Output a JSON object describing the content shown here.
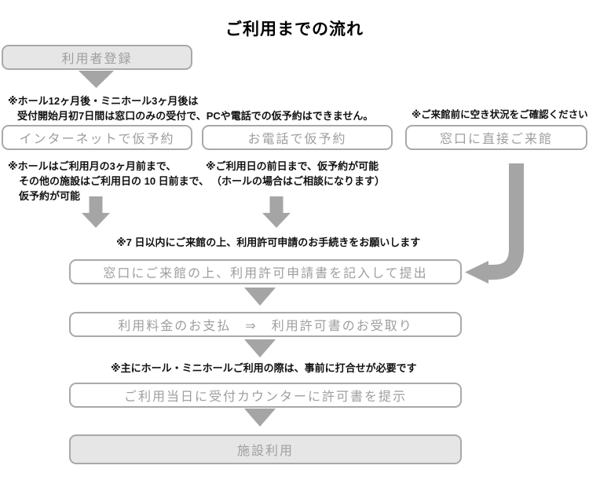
{
  "title": "ご利用までの流れ",
  "steps": {
    "registration": "利用者登録",
    "internet": "インターネットで仮予約",
    "phone": "お電話で仮予約",
    "direct": "窓口に直接ご来館",
    "application": "窓口にご来館の上、利用許可申請書を記入して提出",
    "payment": "利用料金のお支払　⇒　利用許可書のお受取り",
    "permit": "ご利用当日に受付カウンターに許可書を提示",
    "use": "施設利用"
  },
  "notes": {
    "hall_line1": "※ホール12ヶ月後・ミニホール3ヶ月後は",
    "hall_line2": "受付開始月初7日間は窓口のみの受付で、PCや電話での仮予約はできません。",
    "visit_check": "※ご来館前に空き状況をご確認ください",
    "internet_line1": "※ホールはご利用月の3ヶ月前まで、",
    "internet_line2": "その他の施設はご利用日の 10 日前まで、",
    "internet_line3": "仮予約が可能",
    "phone_line1": "※ご利用日の前日まで、仮予約が可能",
    "phone_line2": "（ホールの場合はご相談になります）",
    "seven_days": "※7 日以内にご来館の上、利用許可申請のお手続きをお願いします",
    "meeting": "※主にホール・ミニホールご利用の際は、事前に打合せが必要です"
  },
  "colors": {
    "box_border": "#a9a9a9",
    "box_fill_gray": "#e6e6e6",
    "box_text": "#9e9e9e",
    "arrow": "#a5a5a5",
    "note_text": "#111111"
  }
}
